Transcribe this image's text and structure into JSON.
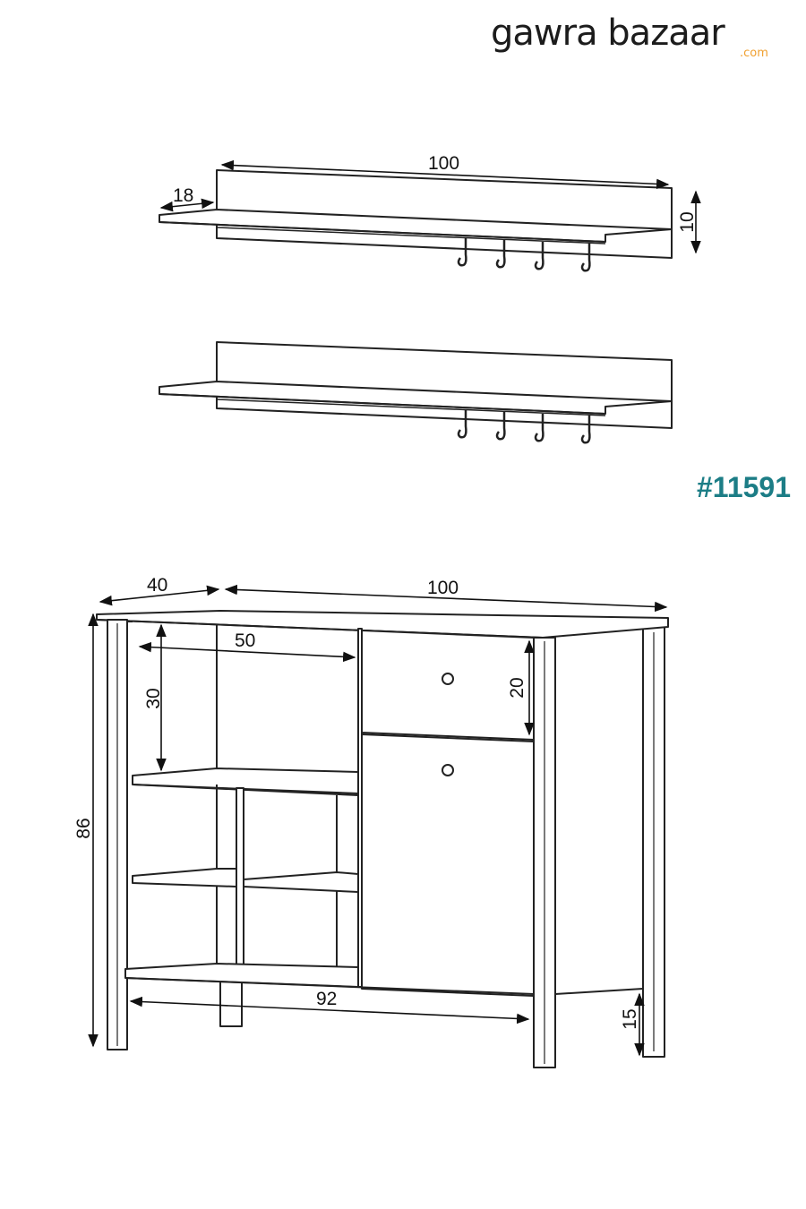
{
  "brand": {
    "name": "gawra bazaar",
    "sub": ".com",
    "accent": "#f0a030",
    "text_color": "#1c1c1c"
  },
  "product_code": "#11591",
  "product_code_color": "#1c7d86",
  "shelf_dimensions": {
    "width": "100",
    "depth": "18",
    "height": "10"
  },
  "cabinet_dimensions": {
    "depth": "40",
    "width": "100",
    "compartment_width": "50",
    "compartment_height": "30",
    "drawer_height": "20",
    "total_height": "86",
    "inner_width": "92",
    "leg_height": "15"
  }
}
